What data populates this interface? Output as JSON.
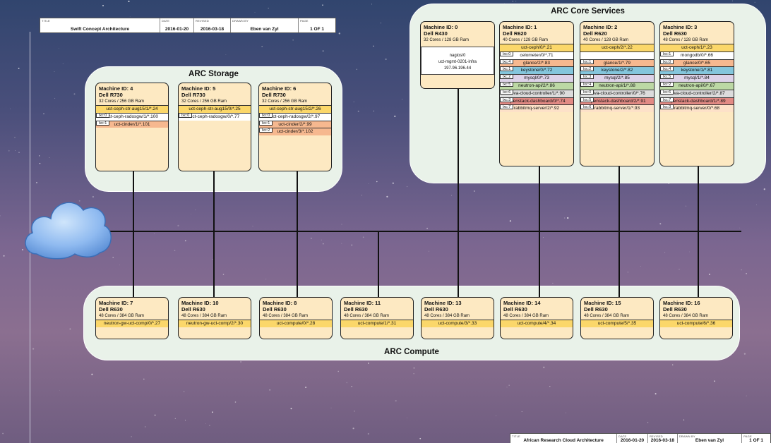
{
  "title_block_top": {
    "title_key": "TITLE",
    "title": "Swift Concept Architecture",
    "date_key": "DATE",
    "date": "2016-01-20",
    "revised_key": "REVISED",
    "revised": "2016-03-18",
    "drawn_key": "DRAWN BY",
    "drawn": "Eben van Zyl",
    "page_key": "PAGE",
    "page": "1 OF 1"
  },
  "title_block_bottom": {
    "title_key": "TITLE",
    "title": "African Research Cloud Architecture",
    "date_key": "DATE",
    "date": "2016-01-20",
    "revised_key": "REVISED",
    "revised": "2016-03-18",
    "drawn_key": "DRAWN BY",
    "drawn": "Eben van Zyl",
    "page_key": "PAGE",
    "page": "1 OF 1"
  },
  "colors": {
    "yellow": "#fbd76a",
    "white": "#ffffff",
    "orange": "#f6b88f",
    "blue": "#84c6dc",
    "purple": "#ddd2e8",
    "green": "#bcd8a4",
    "gray": "#dcdcdc",
    "red": "#e28a84",
    "peach": "#fde1c8",
    "machine": "#fde9c2",
    "group": "#e9f2e9"
  },
  "groups": {
    "storage": "ARC Storage",
    "core": "ARC Core Services",
    "compute": "ARC Compute"
  },
  "storage": [
    {
      "id": "Machine ID: 4",
      "model": "Dell R730",
      "cores": "32 Cores / 256 GB Ram",
      "services": [
        {
          "lxc": "",
          "name": "uct-ceph-str-aug15/1/*.24",
          "color": "yellow"
        },
        {
          "lxc": "lxc:0",
          "name": "uct-ceph-radosgw/1/*.100",
          "color": "white"
        },
        {
          "lxc": "lxc:1",
          "name": "uct-cinder/1/*.101",
          "color": "orange"
        }
      ]
    },
    {
      "id": "Machine ID: 5",
      "model": "Dell R730",
      "cores": "32 Cores / 256 GB Ram",
      "services": [
        {
          "lxc": "",
          "name": "uct-ceph-str-aug15/0/*.25",
          "color": "yellow"
        },
        {
          "lxc": "lxc:0",
          "name": "uct-ceph-radosgw/0/*.77",
          "color": "white"
        }
      ]
    },
    {
      "id": "Machine ID: 6",
      "model": "Dell R730",
      "cores": "32 Cores / 256 GB Ram",
      "services": [
        {
          "lxc": "",
          "name": "uct-ceph-str-aug15/2/*.26",
          "color": "yellow"
        },
        {
          "lxc": "lxc:0",
          "name": "uct-ceph-radosgw/2/*.97",
          "color": "white"
        },
        {
          "lxc": "lxc:1",
          "name": "uct-cinder/2/*.99",
          "color": "orange"
        },
        {
          "lxc": "lxc:2",
          "name": "uct-cinder/3/*.102",
          "color": "orange"
        }
      ]
    }
  ],
  "infra_machine": {
    "id": "Machine ID: 0",
    "model": "Dell R430",
    "cores": "32 Cores / 128 GB Ram",
    "line1": "nagios/0",
    "line2": "uct-mgmt-0201-infra",
    "line3": "197.96.196.44"
  },
  "core": [
    {
      "id": "Machine ID: 1",
      "model": "Dell R620",
      "cores": "40 Cores / 128 GB Ram",
      "services": [
        {
          "lxc": "",
          "name": "uct-ceph/0/*.21",
          "color": "yellow"
        },
        {
          "lxc": "lxc:0",
          "name": "celometer/0/*.71",
          "color": "white"
        },
        {
          "lxc": "lxc:4",
          "name": "glance/2/*.83",
          "color": "orange"
        },
        {
          "lxc": "lxc:1",
          "name": "keystone/0/*.72",
          "color": "blue"
        },
        {
          "lxc": "lxc:2",
          "name": "mysql/0/*.73",
          "color": "purple"
        },
        {
          "lxc": "lxc:5",
          "name": "neutron-api/2/*.86",
          "color": "green"
        },
        {
          "lxc": "lxc:6",
          "name": "nova-cloud-controller/1/*.90",
          "color": "gray"
        },
        {
          "lxc": "lxc:3",
          "name": "openstack-dashboard/0/*.74",
          "color": "red"
        },
        {
          "lxc": "lxc:7",
          "name": "rabbitmq-server/2/*.92",
          "color": "peach"
        }
      ]
    },
    {
      "id": "Machine ID: 2",
      "model": "Dell R620",
      "cores": "40 Cores / 128 GB Ram",
      "services": [
        {
          "lxc": "",
          "name": "uct-ceph/2/*.22",
          "color": "yellow"
        },
        {
          "lxc": "",
          "name": "",
          "color": "none"
        },
        {
          "lxc": "lxc:1",
          "name": "glance/1/*.79",
          "color": "orange"
        },
        {
          "lxc": "lxc:2",
          "name": "keystone/2/*.82",
          "color": "blue"
        },
        {
          "lxc": "lxc:3",
          "name": "mysql/2/*.85",
          "color": "purple"
        },
        {
          "lxc": "lxc:4",
          "name": "neutron-api/1/*.88",
          "color": "green"
        },
        {
          "lxc": "lxc:0",
          "name": "nova-cloud-controller/0/*.76",
          "color": "gray"
        },
        {
          "lxc": "lxc:5",
          "name": "openstack-dashboard/2/*.91",
          "color": "red"
        },
        {
          "lxc": "lxc:6",
          "name": "rabbitmq-server/1/*.93",
          "color": "peach"
        }
      ]
    },
    {
      "id": "Machine ID: 3",
      "model": "Dell R630",
      "cores": "48 Cores / 128 GB Ram",
      "services": [
        {
          "lxc": "",
          "name": "uct-ceph/1/*.23",
          "color": "yellow"
        },
        {
          "lxc": "lxc:1",
          "name": "mongodb/0/*.66",
          "color": "white"
        },
        {
          "lxc": "lxc:0",
          "name": "glance/0/*.65",
          "color": "orange"
        },
        {
          "lxc": "lxc:4",
          "name": "keystone/1/*.81",
          "color": "blue"
        },
        {
          "lxc": "lxc:5",
          "name": "mysql/1/*.84",
          "color": "purple"
        },
        {
          "lxc": "lxc:2",
          "name": "neutron-api/0/*.67",
          "color": "green"
        },
        {
          "lxc": "lxc:6",
          "name": "nova-cloud-controller/2/*.87",
          "color": "gray"
        },
        {
          "lxc": "lxc:7",
          "name": "openstack-dashboard/1/*.89",
          "color": "red"
        },
        {
          "lxc": "lxc:3",
          "name": "rabbitmq-server/0/*.68",
          "color": "peach"
        }
      ]
    }
  ],
  "compute": [
    {
      "id": "Machine ID: 7",
      "model": "Dell R630",
      "cores": "48 Cores / 384 GB Ram",
      "service": "neutron-gw-uct-comp/0/*.27"
    },
    {
      "id": "Machine ID: 10",
      "model": "Dell R630",
      "cores": "48 Cores / 384 GB Ram",
      "service": "neutron-gw-uct-comp/2/*.30"
    },
    {
      "id": "Machine ID: 8",
      "model": "Dell R630",
      "cores": "48 Cores / 384 GB Ram",
      "service": "uct-compute/0/*.28"
    },
    {
      "id": "Machine ID: 11",
      "model": "Dell R630",
      "cores": "48 Cores / 384 GB Ram",
      "service": "uct-compute/1/*.31"
    },
    {
      "id": "Machine ID: 13",
      "model": "Dell R630",
      "cores": "48 Cores / 384 GB Ram",
      "service": "uct-compute/3/*.33"
    },
    {
      "id": "Machine ID: 14",
      "model": "Dell R630",
      "cores": "48 Cores / 384 GB Ram",
      "service": "uct-compute/4/*.34"
    },
    {
      "id": "Machine ID: 15",
      "model": "Dell R630",
      "cores": "48 Cores / 384 GB Ram",
      "service": "uct-compute/5/*.35"
    },
    {
      "id": "Machine ID: 16",
      "model": "Dell R630",
      "cores": "48 Cores / 384 GB Ram",
      "service": "uct-compute/6/*.36"
    }
  ],
  "icons": {
    "cloud": "cloud-icon"
  }
}
